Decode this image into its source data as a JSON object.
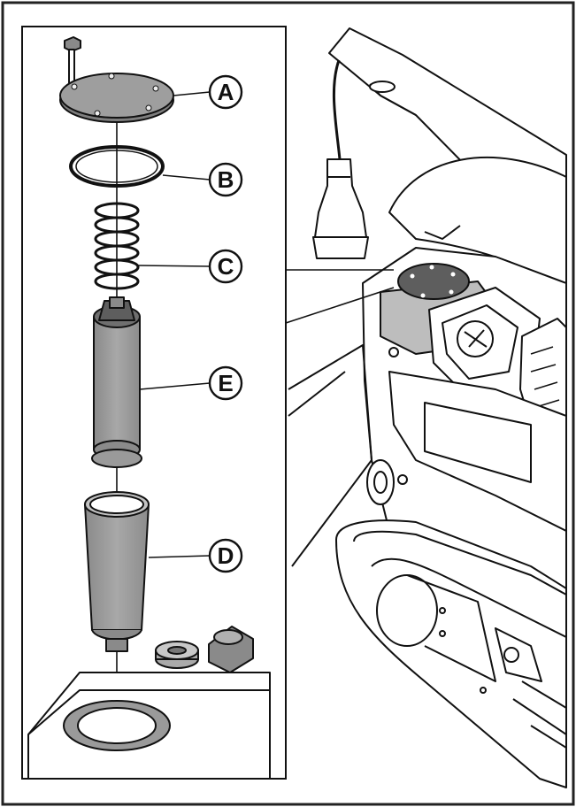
{
  "figure": {
    "callouts": [
      {
        "id": "A",
        "label": "A"
      },
      {
        "id": "B",
        "label": "B"
      },
      {
        "id": "C",
        "label": "C"
      },
      {
        "id": "E",
        "label": "E"
      },
      {
        "id": "D",
        "label": "D"
      }
    ],
    "colors": {
      "line": "#111111",
      "part_fill": "#9a9a9a",
      "part_dark": "#5e5e5e",
      "paper": "#ffffff",
      "frame": "#222222"
    }
  }
}
